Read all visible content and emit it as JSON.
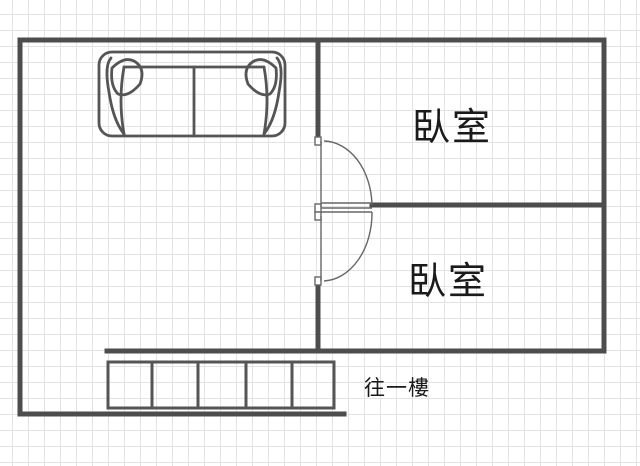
{
  "floorplan": {
    "rooms": [
      {
        "label": "臥室"
      },
      {
        "label": "臥室"
      }
    ],
    "stairs": {
      "label": "往一樓",
      "steps": 5
    },
    "colors": {
      "wall": "#4d4d4d",
      "furniture": "#555555",
      "grid": "#e3e3e3",
      "background": "#ffffff"
    },
    "furniture": [
      "sofa-icon"
    ],
    "doors": [
      "door-bedroom-1",
      "door-bedroom-2"
    ]
  }
}
